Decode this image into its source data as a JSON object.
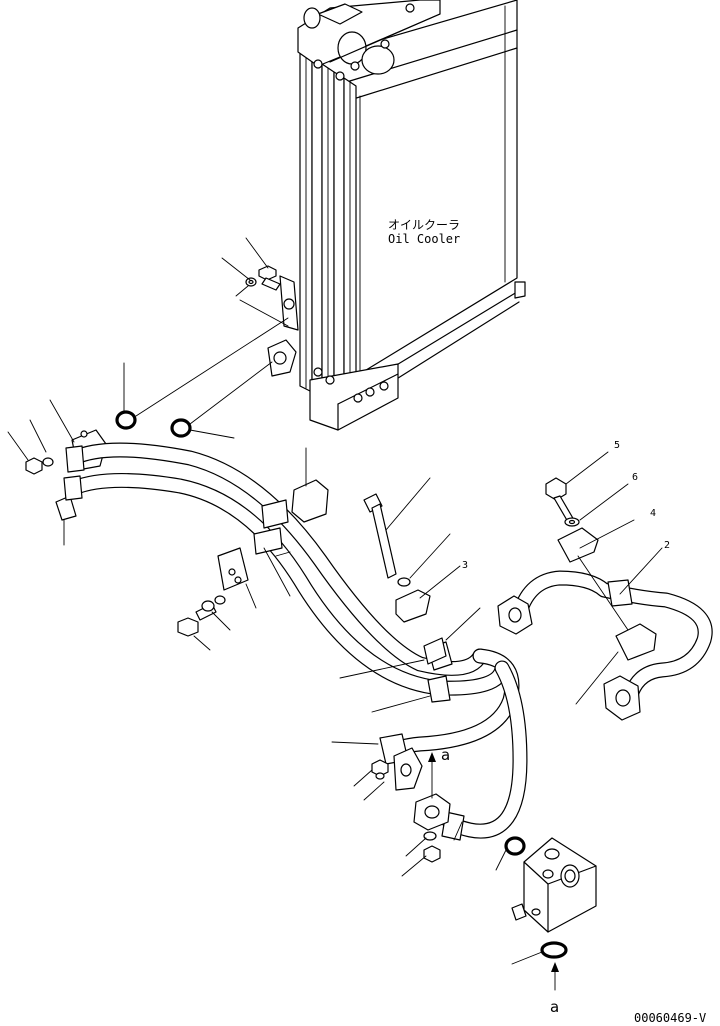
{
  "component_label": {
    "line1": "オイルクーラ",
    "line2": "Oil Cooler"
  },
  "callouts": {
    "upper": "a",
    "lower": "a"
  },
  "part_numbers": {
    "bolt": "5",
    "washer": "6",
    "clamp_upper": "4",
    "hose_joint": "2",
    "bracket": "3"
  },
  "drawing_code": "00060469-V"
}
